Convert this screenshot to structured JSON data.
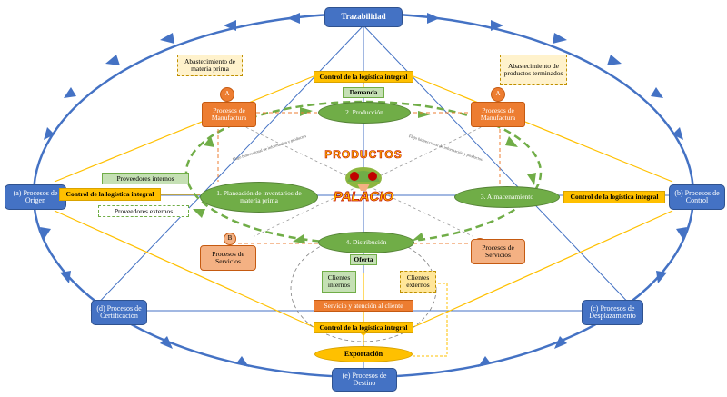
{
  "top": {
    "trazabilidad": "Trazabilidad"
  },
  "nodes": {
    "origen": "(a) Procesos de Origen",
    "control": "(b) Procesos de Control",
    "certificacion": "(d) Procesos de Certificación",
    "desplazamiento": "(c) Procesos de Desplazamiento",
    "destino": "(e) Procesos de Destino"
  },
  "notes": {
    "abastecimiento_mp": "Abastecimiento de materia prima",
    "abastecimiento_pt": "Abastecimiento de productos terminados"
  },
  "control_label": "Control de la logística integral",
  "demanda": "Demanda",
  "oferta": "Oferta",
  "exportacion": "Exportación",
  "servicio": "Servicio y atención al cliente",
  "stages": {
    "produccion": "2. Producción",
    "planeacion": "1. Planeación de inventarios de materia prima",
    "almacenamiento": "3. Almacenamiento",
    "distribucion": "4. Distribución"
  },
  "manufactura": {
    "badge": "A",
    "label": "Procesos de Manufactura"
  },
  "servicios": {
    "badge": "B",
    "label": "Procesos de Servicios"
  },
  "proveedores": {
    "internos": "Proveedores internos",
    "externos": "Proveedores externos"
  },
  "clientes": {
    "internos": "Clientes internos",
    "externos": "Clientes externos"
  },
  "flows": {
    "left": "Flujo bidireccional de información y productos",
    "right": "Flujo bidireccional de información y productos"
  },
  "logo": {
    "top": "PRODUCTOS",
    "bottom": "PALACIO"
  },
  "colors": {
    "blue": "#4472c4",
    "orange": "#ed7d31",
    "gold": "#ffc000",
    "green": "#70ad47",
    "peach": "#f4b183"
  }
}
